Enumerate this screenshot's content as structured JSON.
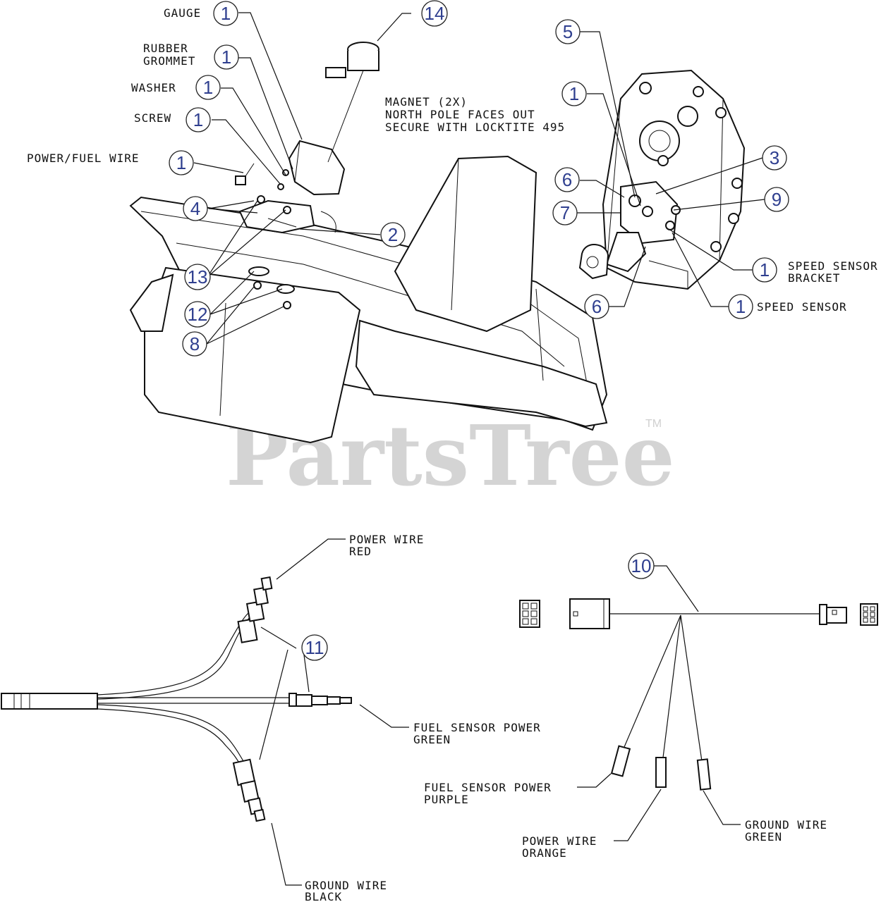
{
  "watermark": {
    "text": "PartsTree",
    "tm": "TM"
  },
  "labels": {
    "gauge": "GAUGE",
    "grommet_1": "RUBBER",
    "grommet_2": "GROMMET",
    "washer": "WASHER",
    "screw": "SCREW",
    "power_fuel_wire": "POWER/FUEL WIRE",
    "magnet_1": "MAGNET (2X)",
    "magnet_2": "NORTH POLE FACES OUT",
    "magnet_3": "SECURE WITH LOCKTITE 495",
    "speed_sensor_bracket_1": "SPEED SENSOR",
    "speed_sensor_bracket_2": "BRACKET",
    "speed_sensor": "SPEED SENSOR",
    "power_wire_red_1": "POWER WIRE",
    "power_wire_red_2": "RED",
    "fuel_sensor_green_1": "FUEL SENSOR POWER",
    "fuel_sensor_green_2": "GREEN",
    "ground_black_1": "GROUND WIRE",
    "ground_black_2": "BLACK",
    "fuel_sensor_purple_1": "FUEL SENSOR POWER",
    "fuel_sensor_purple_2": "PURPLE",
    "power_orange_1": "POWER WIRE",
    "power_orange_2": "ORANGE",
    "ground_green_1": "GROUND WIRE",
    "ground_green_2": "GREEN"
  },
  "callouts": {
    "gauge": "1",
    "grommet": "1",
    "washer": "1",
    "screw": "1",
    "power_fuel_wire": "1",
    "item14": "14",
    "item4": "4",
    "item2": "2",
    "item13": "13",
    "item12": "12",
    "item8": "8",
    "item5": "5",
    "item1_right": "1",
    "item3": "3",
    "item6_top": "6",
    "item7": "7",
    "item9": "9",
    "speed_sensor_bracket": "1",
    "item6_bottom": "6",
    "speed_sensor": "1",
    "item10": "10",
    "item11": "11"
  }
}
